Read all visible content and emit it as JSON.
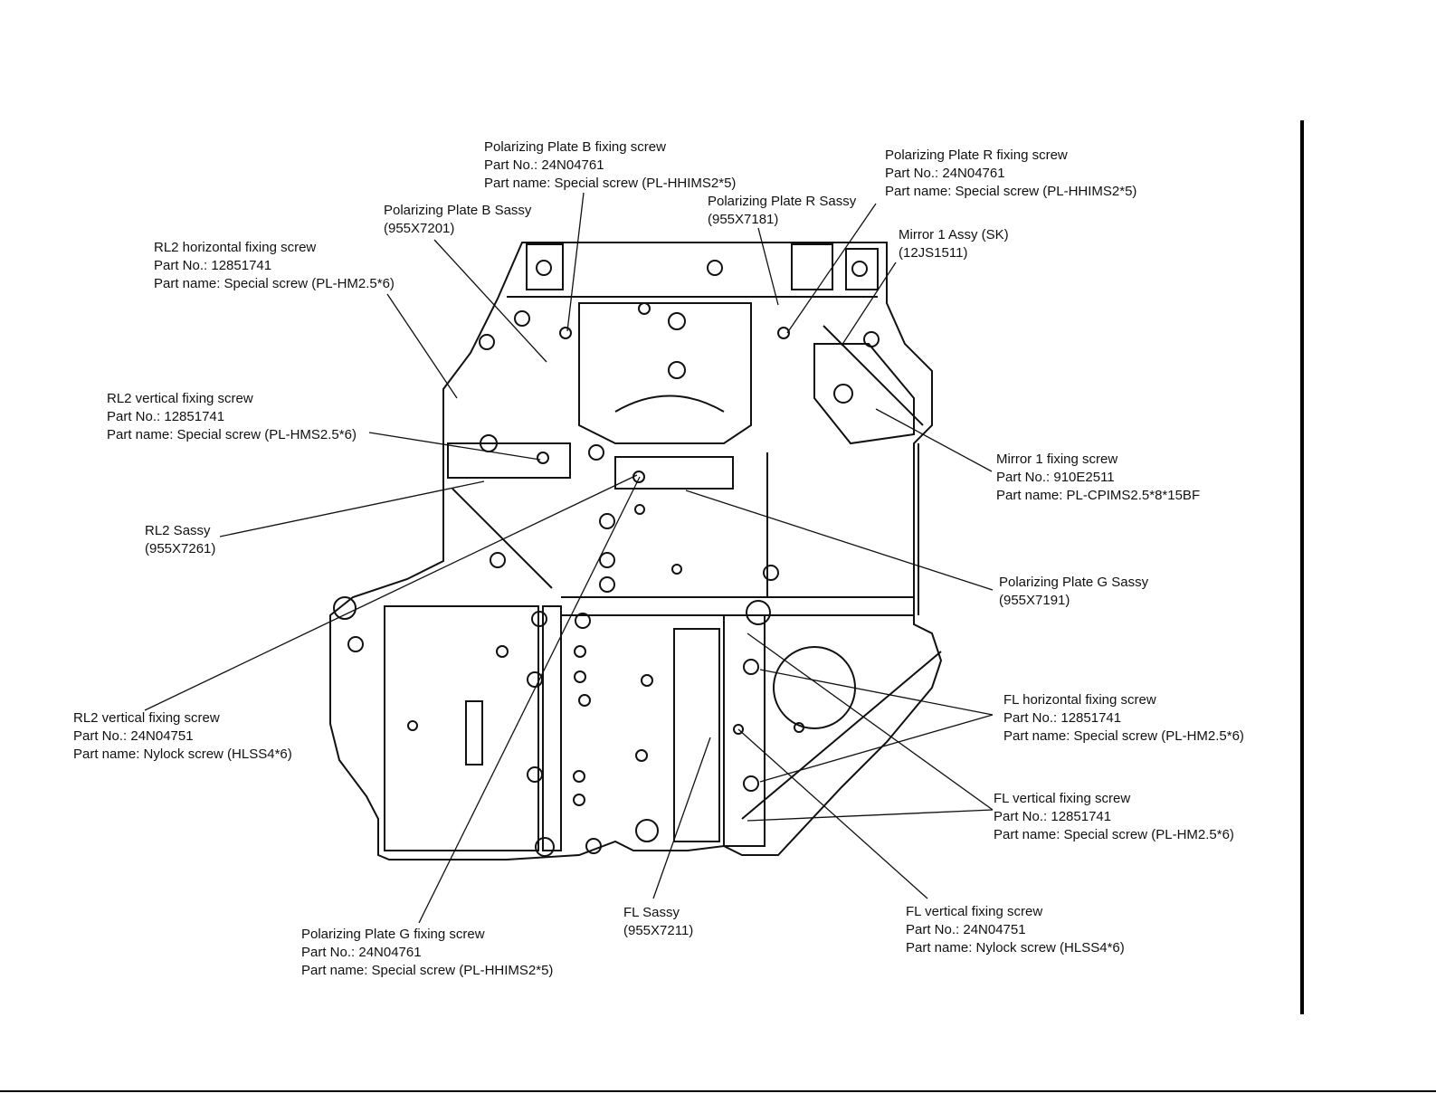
{
  "callouts": {
    "pp_b_screw": [
      "Polarizing Plate B fixing screw",
      "Part No.: 24N04761",
      "Part name: Special screw (PL-HHIMS2*5)"
    ],
    "pp_r_screw": [
      "Polarizing Plate R fixing screw",
      "Part No.: 24N04761",
      "Part name: Special screw (PL-HHIMS2*5)"
    ],
    "pp_b_sassy": [
      "Polarizing Plate B Sassy",
      "(955X7201)"
    ],
    "pp_r_sassy": [
      "Polarizing Plate R Sassy",
      "(955X7181)"
    ],
    "mirror1_assy": [
      "Mirror 1 Assy (SK)",
      "(12JS1511)"
    ],
    "rl2_h_screw": [
      "RL2 horizontal fixing screw",
      "Part No.: 12851741",
      "Part name: Special screw (PL-HM2.5*6)"
    ],
    "rl2_v_screw_1": [
      "RL2 vertical fixing screw",
      "Part No.: 12851741",
      "Part name: Special screw (PL-HMS2.5*6)"
    ],
    "mirror1_screw": [
      "Mirror 1 fixing screw",
      "Part No.: 910E2511",
      "Part name: PL-CPIMS2.5*8*15BF"
    ],
    "rl2_sassy": [
      "RL2 Sassy",
      "(955X7261)"
    ],
    "pp_g_sassy": [
      "Polarizing Plate G Sassy",
      "(955X7191)"
    ],
    "fl_h_screw": [
      "FL horizontal fixing screw",
      "Part No.: 12851741",
      "Part name: Special screw (PL-HM2.5*6)"
    ],
    "rl2_v_screw_2": [
      "RL2 vertical fixing screw",
      "Part No.: 24N04751",
      "Part name: Nylock screw (HLSS4*6)"
    ],
    "fl_v_screw_1": [
      "FL vertical fixing screw",
      "Part No.: 12851741",
      "Part name: Special screw (PL-HM2.5*6)"
    ],
    "fl_sassy": [
      "FL Sassy",
      "(955X7211)"
    ],
    "fl_v_screw_2": [
      "FL vertical fixing screw",
      "Part No.: 24N04751",
      "Part name: Nylock screw (HLSS4*6)"
    ],
    "pp_g_screw": [
      "Polarizing Plate G fixing screw",
      "Part No.: 24N04761",
      "Part name: Special screw (PL-HHIMS2*5)"
    ]
  },
  "colors": {
    "line": "#111111",
    "background": "#ffffff"
  }
}
